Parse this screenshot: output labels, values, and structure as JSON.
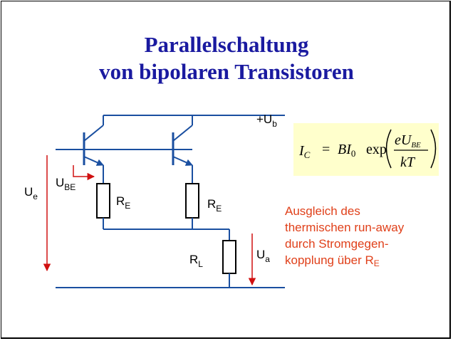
{
  "title": {
    "line1": "Parallelschaltung",
    "line2": "von bipolaren Transistoren"
  },
  "circuit": {
    "supply": {
      "main": "+U",
      "sub": "b"
    },
    "input_voltage": {
      "main": "U",
      "sub": "e"
    },
    "base_emitter_voltage": {
      "main": "U",
      "sub": "BE"
    },
    "emitter_resistor_1": {
      "main": "R",
      "sub": "E"
    },
    "emitter_resistor_2": {
      "main": "R",
      "sub": "E"
    },
    "load_resistor": {
      "main": "R",
      "sub": "L"
    },
    "output_voltage": {
      "main": "U",
      "sub": "a"
    }
  },
  "formula": {
    "lhs": "I",
    "lhs_sub": "C",
    "equals": "=",
    "factor": "BI",
    "factor_sub": "0",
    "func": "exp",
    "numerator": "eU",
    "numerator_sub": "BE",
    "denominator": "kT"
  },
  "note": {
    "line1": "Ausgleich des",
    "line2": "thermischen run-away",
    "line3": "durch Stromgegen-",
    "line4_prefix": "kopplung über R",
    "line4_sub": "E"
  },
  "colors": {
    "title": "#1a1aa0",
    "note": "#e0401a",
    "arrow": "#d01010",
    "formula_bg": "#ffffcc"
  }
}
